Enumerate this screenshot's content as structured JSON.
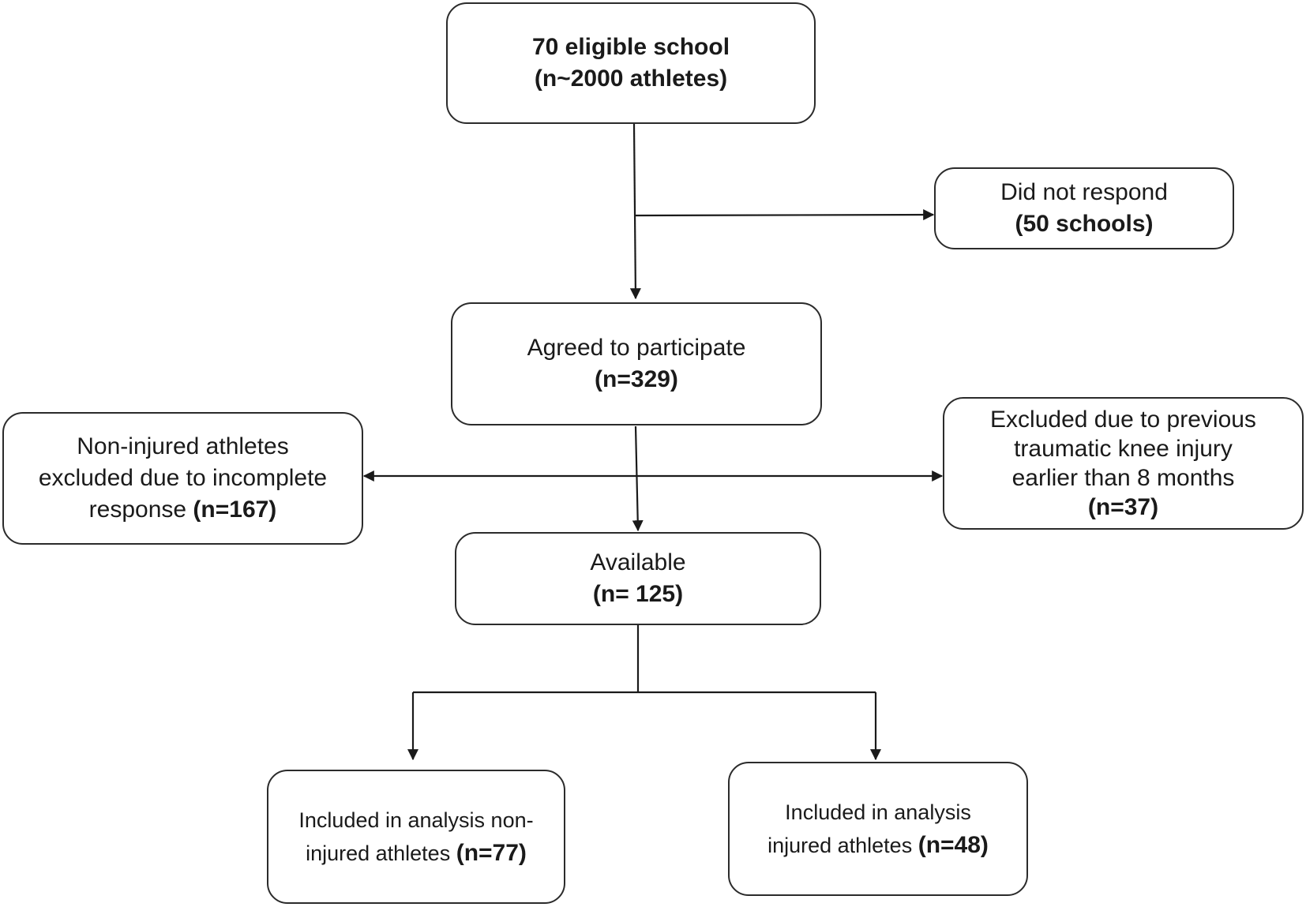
{
  "boxes": {
    "eligible": {
      "line1": "70 eligible school",
      "line2": "(n~2000 athletes)"
    },
    "no_response": {
      "line1": "Did not respond",
      "line2": "(50 schools)"
    },
    "agreed": {
      "line1": "Agreed to participate",
      "line2": "(n=329)"
    },
    "non_injured_excluded": {
      "line1": "Non-injured athletes",
      "line2": "excluded due to incomplete",
      "line3_text": "response ",
      "line3_bold": "(n=167)"
    },
    "previous_injury_excluded": {
      "line1": "Excluded due to previous",
      "line2": "traumatic knee injury",
      "line3": "earlier than 8 months",
      "line4": "(n=37)"
    },
    "available": {
      "line1": "Available",
      "line2": "(n= 125)"
    },
    "included_non_injured": {
      "line1": "Included in analysis non-",
      "line2_text": "injured athletes ",
      "line2_bold": "(n=77)"
    },
    "included_injured": {
      "line1": "Included in analysis",
      "line2_text": "injured athletes ",
      "line2_bold": "(n=48)"
    }
  }
}
